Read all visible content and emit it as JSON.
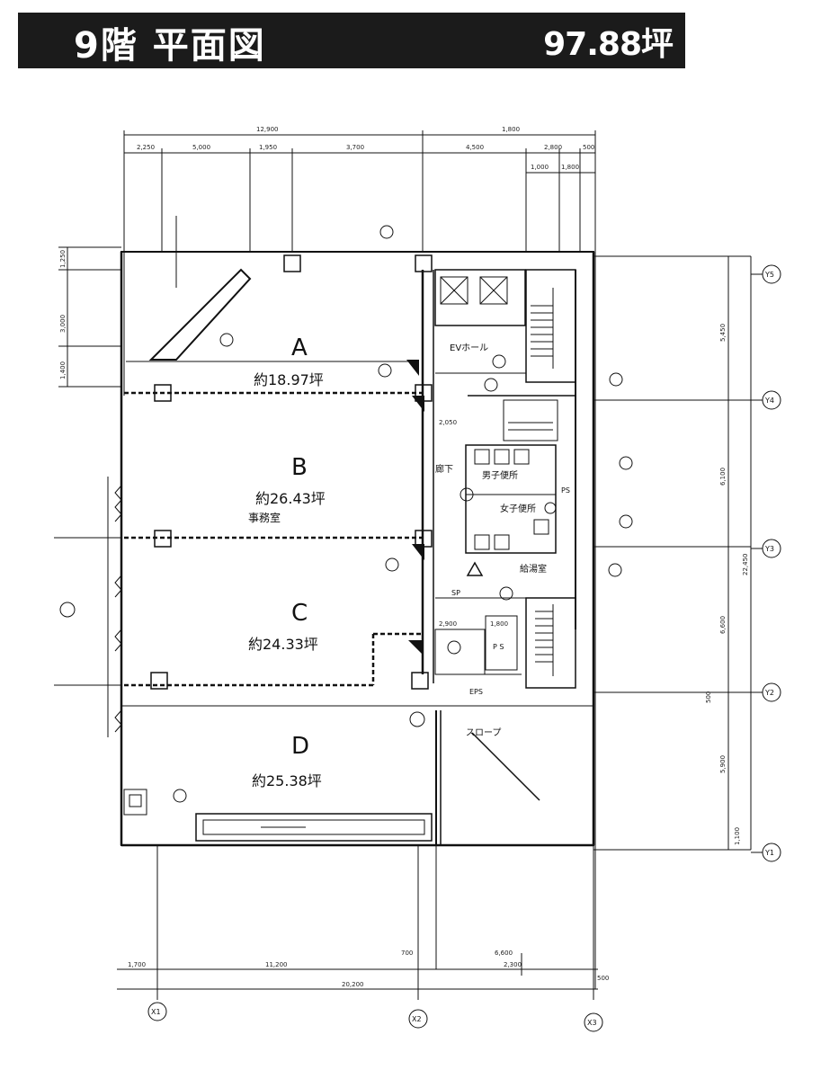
{
  "header": {
    "title": "9階 平面図",
    "total_area": "97.88坪"
  },
  "rooms": [
    {
      "letter": "A",
      "area": "約18.97坪"
    },
    {
      "letter": "B",
      "area": "約26.43坪"
    },
    {
      "letter": "C",
      "area": "約24.33坪"
    },
    {
      "letter": "D",
      "area": "約25.38坪"
    }
  ],
  "labels": {
    "office": "事務室",
    "ev_hall": "EVホール",
    "corridor": "廊下",
    "mens_wc": "男子便所",
    "womens_wc": "女子便所",
    "pantry": "給湯室",
    "ps1": "PS",
    "ps2": "P S",
    "eps": "EPS",
    "slope": "スロープ",
    "sp": "SP"
  },
  "dims_top": {
    "overall_left": "12,900",
    "overall_right": "1,800",
    "d1": "2,250",
    "d2": "5,000",
    "d3": "1,950",
    "d4": "3,700",
    "d5": "4,500",
    "d6": "2,800",
    "d7": "500",
    "d8": "1,000",
    "d9": "1,800"
  },
  "dims_bottom": {
    "b1": "1,700",
    "b2": "11,200",
    "b3": "700",
    "b4": "6,600",
    "b5": "2,300",
    "b6": "500",
    "total": "20,200"
  },
  "dims_left": {
    "l1": "1,250",
    "l2": "3,000",
    "l3": "1,400"
  },
  "dims_right": {
    "r1": "5,450",
    "r2": "6,100",
    "r3": "6,600",
    "r4": "500",
    "r5": "5,900",
    "r6": "1,100",
    "total": "22,450"
  },
  "dims_inner": {
    "i1": "2,050",
    "i2": "2,900",
    "i3": "1,800"
  },
  "axes": {
    "y5": "Y5",
    "y4": "Y4",
    "y3": "Y3",
    "y2": "Y2",
    "y1": "Y1",
    "x1": "X1",
    "x2": "X2",
    "x3": "X3"
  }
}
